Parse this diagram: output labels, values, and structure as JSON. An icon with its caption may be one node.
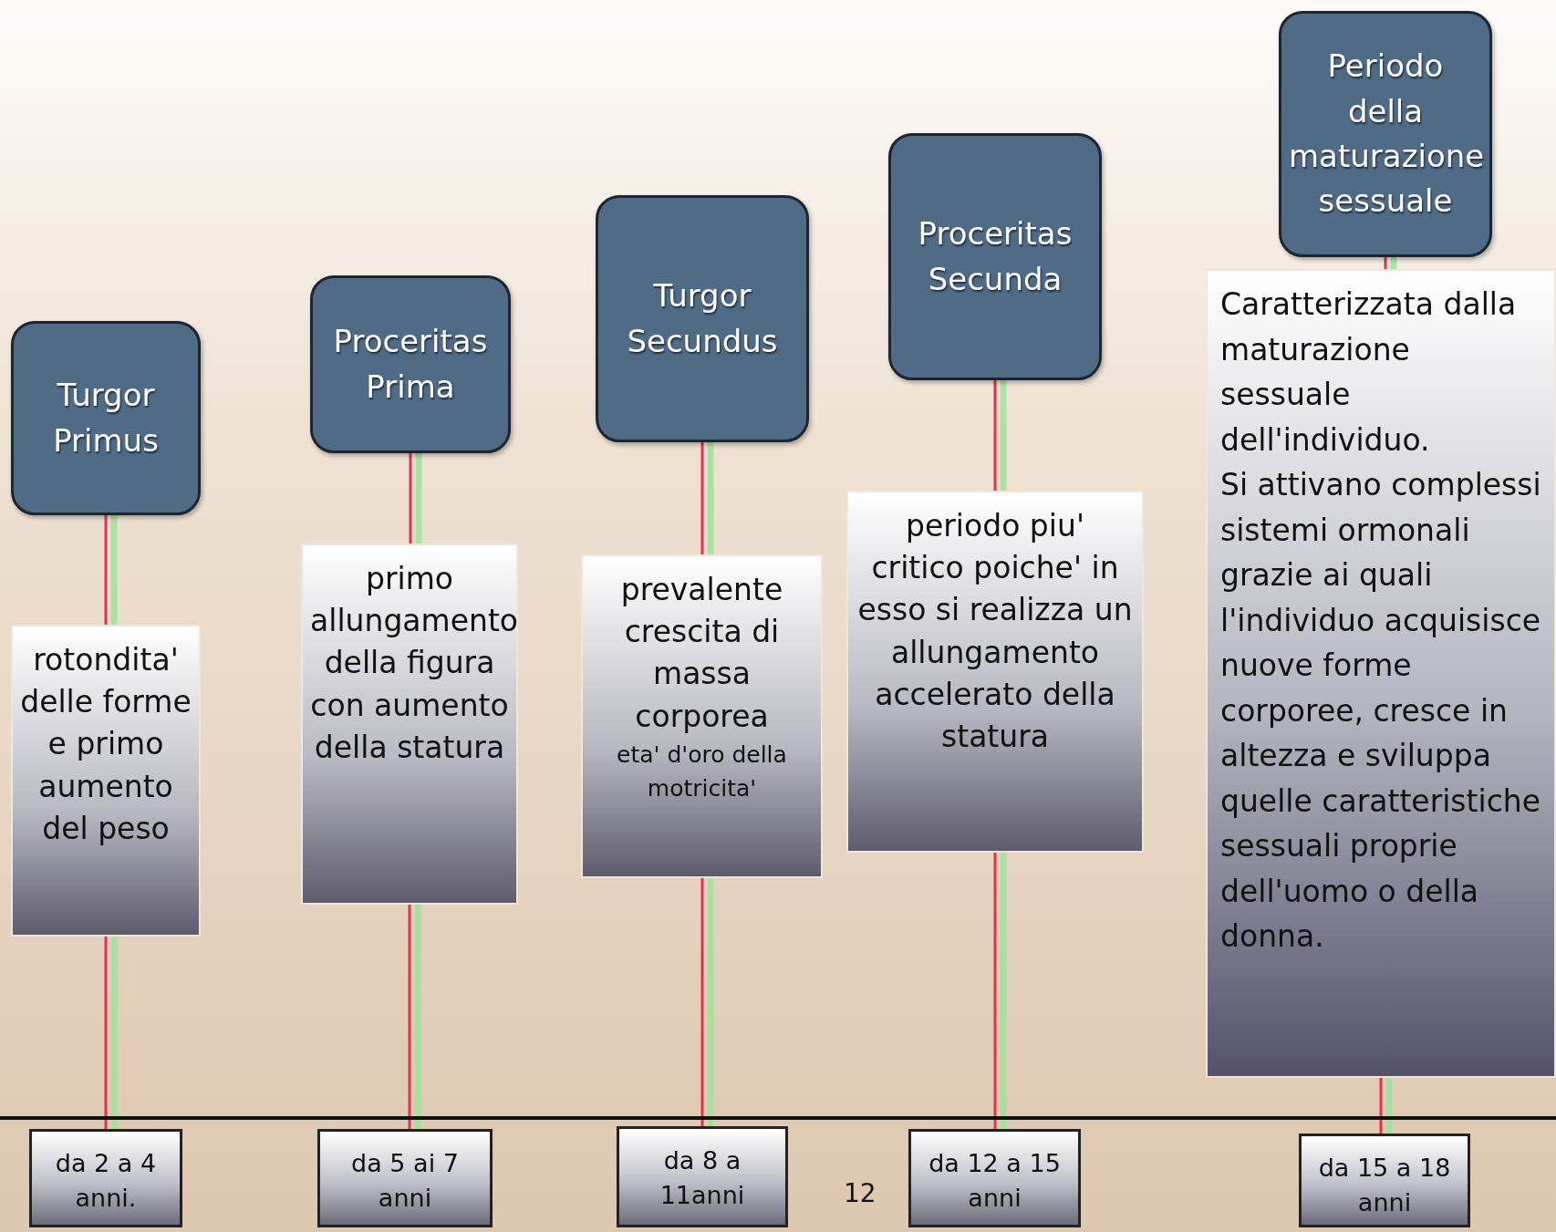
{
  "diagram": {
    "nodes": [
      {
        "text": [
          "Turgor Primus"
        ]
      },
      {
        "text": [
          "rotondita' delle forme e primo aumento del peso"
        ]
      },
      {
        "text": [
          "da 2 a 4 anni."
        ]
      },
      {
        "text": [
          "Proceritas Prima"
        ]
      },
      {
        "text": [
          "primo allungamento della figura con aumento della statura"
        ]
      },
      {
        "text": [
          "da 5 ai 7 anni"
        ]
      },
      {
        "text": [
          "Turgor Secundus"
        ]
      },
      {
        "text": [
          "prevalente crescita di massa corporea",
          "eta' d'oro della motricita'"
        ]
      },
      {
        "text": [
          "da 8 a 11anni"
        ]
      },
      {
        "text": [
          "Proceritas Secunda"
        ]
      },
      {
        "text": [
          "periodo piu' critico poiche' in esso si realizza un allungamento accelerato della statura"
        ]
      },
      {
        "text": [
          "da 12 a 15 anni"
        ]
      },
      {
        "text": [
          "Periodo della maturazione sessuale"
        ]
      },
      {
        "text": [
          "Caratterizzata dalla maturazione sessuale dell'individuo.",
          "Si attivano complessi sistemi ormonali grazie ai quali l'individuo acquisisce nuove forme corporee, cresce in altezza e sviluppa quelle caratteristiche sessuali proprie dell'uomo o della donna."
        ]
      },
      {
        "text": [
          "da 15 a 18 anni"
        ]
      }
    ],
    "edges": [
      {
        "from": 0,
        "to": 1,
        "arrow": "none"
      },
      {
        "from": 1,
        "to": 2,
        "arrow": "none"
      },
      {
        "from": 3,
        "to": 4,
        "arrow": "none"
      },
      {
        "from": 4,
        "to": 5,
        "arrow": "none"
      },
      {
        "from": 6,
        "to": 7,
        "arrow": "none"
      },
      {
        "from": 7,
        "to": 8,
        "arrow": "none"
      },
      {
        "from": 9,
        "to": 10,
        "arrow": "none"
      },
      {
        "from": 10,
        "to": 11,
        "arrow": "none"
      },
      {
        "from": 12,
        "to": 13,
        "arrow": "none"
      },
      {
        "from": 13,
        "to": 14,
        "arrow": "none"
      }
    ],
    "labels": [
      "12"
    ]
  }
}
